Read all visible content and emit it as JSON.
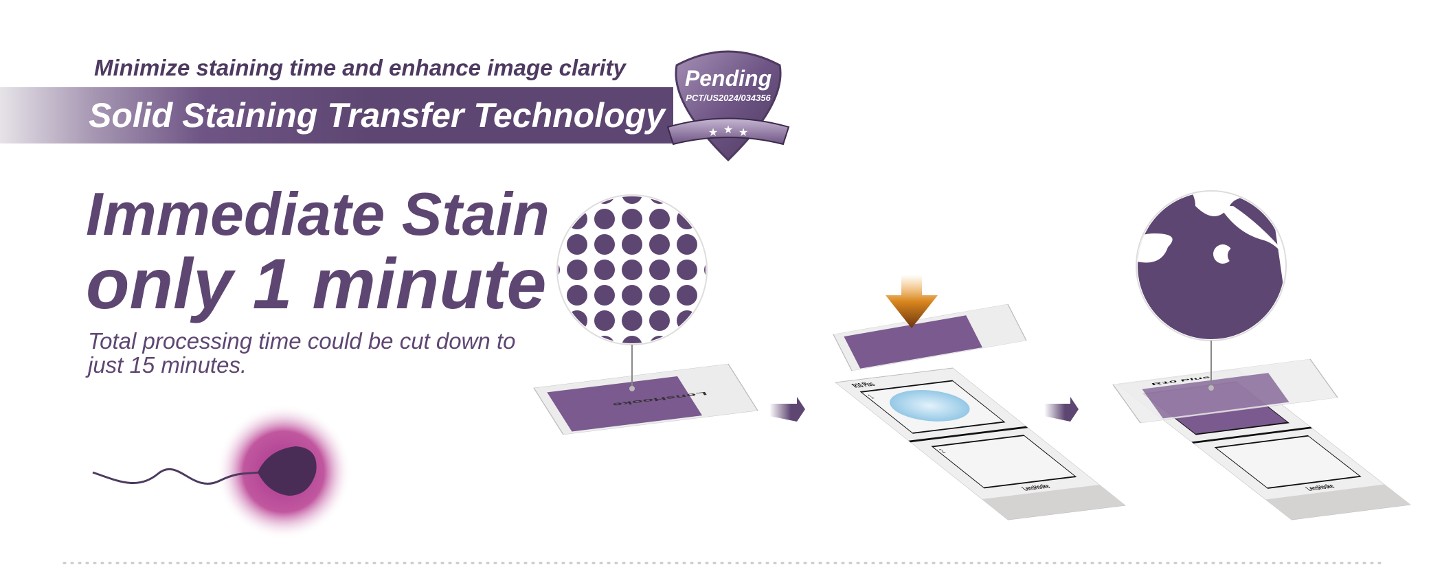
{
  "header": {
    "subtitle": "Minimize staining time and enhance image clarity",
    "banner_title": "Solid Staining Transfer Technology"
  },
  "badge": {
    "status": "Pending",
    "patent_number": "PCT/US2024/034356"
  },
  "main": {
    "headline_line1": "Immediate Stain",
    "headline_line2": "only 1 minute",
    "description": "Total processing time could be cut down to just 15 minutes."
  },
  "slides": {
    "brand": "LensHooke",
    "model": "R10 Plus",
    "window1_label": "1",
    "window2_label": "2"
  },
  "colors": {
    "brand_purple": "#5e4672",
    "stain_purple": "#7b5a8f",
    "arrow_orange": "#d9861e",
    "sample_blue": "#a8d3ec"
  }
}
